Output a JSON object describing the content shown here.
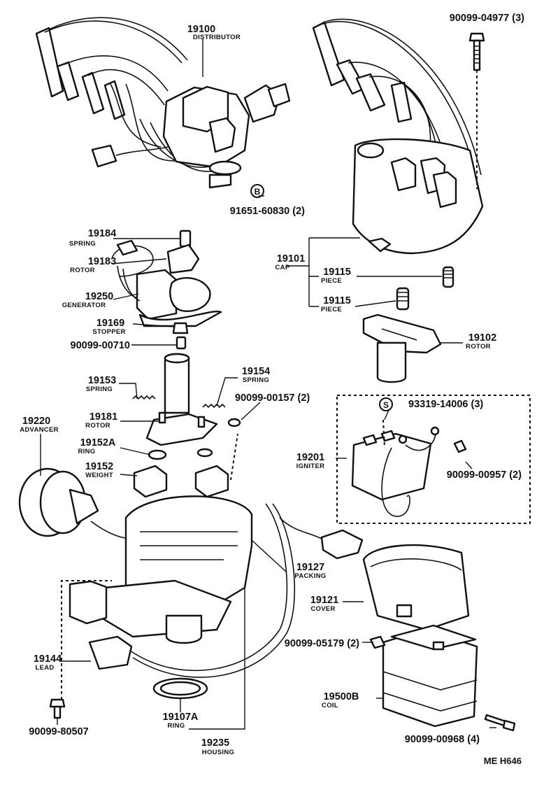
{
  "parts": [
    {
      "id": "p19100",
      "number": "19100",
      "name": "DISTRIBUTOR"
    },
    {
      "id": "p90099_04977",
      "number": "90099-04977 (3)",
      "name": ""
    },
    {
      "id": "p91651",
      "number": "91651-60830 (2)",
      "name": ""
    },
    {
      "id": "p19184",
      "number": "19184",
      "name": "SPRING"
    },
    {
      "id": "p19183",
      "number": "19183",
      "name": "ROTOR"
    },
    {
      "id": "p19250",
      "number": "19250",
      "name": "GENERATOR"
    },
    {
      "id": "p19169",
      "number": "19169",
      "name": "STOPPER"
    },
    {
      "id": "p90099_00710",
      "number": "90099-00710",
      "name": ""
    },
    {
      "id": "p19101",
      "number": "19101",
      "name": "CAP"
    },
    {
      "id": "p19115a",
      "number": "19115",
      "name": "PIECE"
    },
    {
      "id": "p19115b",
      "number": "19115",
      "name": "PIECE"
    },
    {
      "id": "p19102",
      "number": "19102",
      "name": "ROTOR"
    },
    {
      "id": "p19153",
      "number": "19153",
      "name": "SPRING"
    },
    {
      "id": "p19154",
      "number": "19154",
      "name": "SPRING"
    },
    {
      "id": "p90099_00157",
      "number": "90099-00157 (2)",
      "name": ""
    },
    {
      "id": "p19181",
      "number": "19181",
      "name": "ROTOR"
    },
    {
      "id": "p19220",
      "number": "19220",
      "name": "ADVANCER"
    },
    {
      "id": "p19152A",
      "number": "19152A",
      "name": "RING"
    },
    {
      "id": "p19152",
      "number": "19152",
      "name": "WEIGHT"
    },
    {
      "id": "p93319",
      "number": "93319-14006 (3)",
      "name": ""
    },
    {
      "id": "p19201",
      "number": "19201",
      "name": "IGNITER"
    },
    {
      "id": "p90099_00957",
      "number": "90099-00957 (2)",
      "name": ""
    },
    {
      "id": "p19127",
      "number": "19127",
      "name": "PACKING"
    },
    {
      "id": "p19121",
      "number": "19121",
      "name": "COVER"
    },
    {
      "id": "p90099_05179",
      "number": "90099-05179 (2)",
      "name": ""
    },
    {
      "id": "p19144",
      "number": "19144",
      "name": "LEAD"
    },
    {
      "id": "p19500B",
      "number": "19500B",
      "name": "COIL"
    },
    {
      "id": "p90099_80507",
      "number": "90099-80507",
      "name": ""
    },
    {
      "id": "p19107A",
      "number": "19107A",
      "name": "RING"
    },
    {
      "id": "p90099_00968",
      "number": "90099-00968 (4)",
      "name": ""
    },
    {
      "id": "p19235",
      "number": "19235",
      "name": "HOUSING"
    }
  ],
  "markers": {
    "b": "B",
    "s": "S"
  },
  "footer": {
    "code": "ME  H646"
  }
}
